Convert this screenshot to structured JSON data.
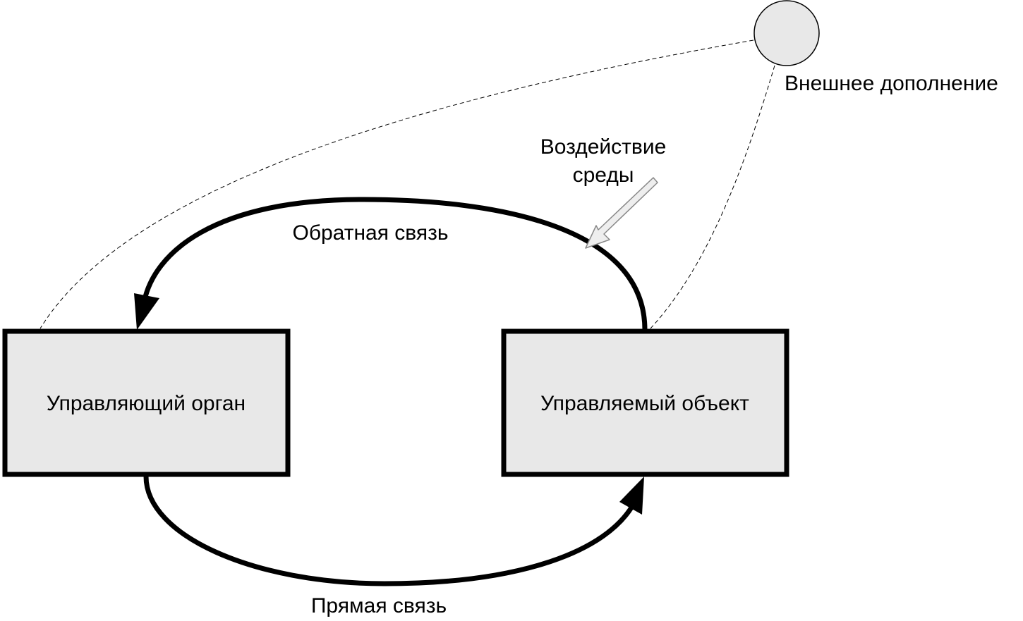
{
  "diagram": {
    "nodes": {
      "controller": {
        "label": "Управляющий орган"
      },
      "controlled": {
        "label": "Управляемый объект"
      },
      "external": {
        "label": "Внешнее дополнение"
      }
    },
    "edges": {
      "feedback": {
        "label": "Обратная связь"
      },
      "direct": {
        "label": "Прямая связь"
      }
    },
    "environment": {
      "label_line1": "Воздействие",
      "label_line2": "среды"
    },
    "colors": {
      "box_fill": "#e8e8e8",
      "stroke": "#000000",
      "env_arrow_fill": "#eeeeee",
      "env_arrow_stroke": "#888888"
    }
  }
}
